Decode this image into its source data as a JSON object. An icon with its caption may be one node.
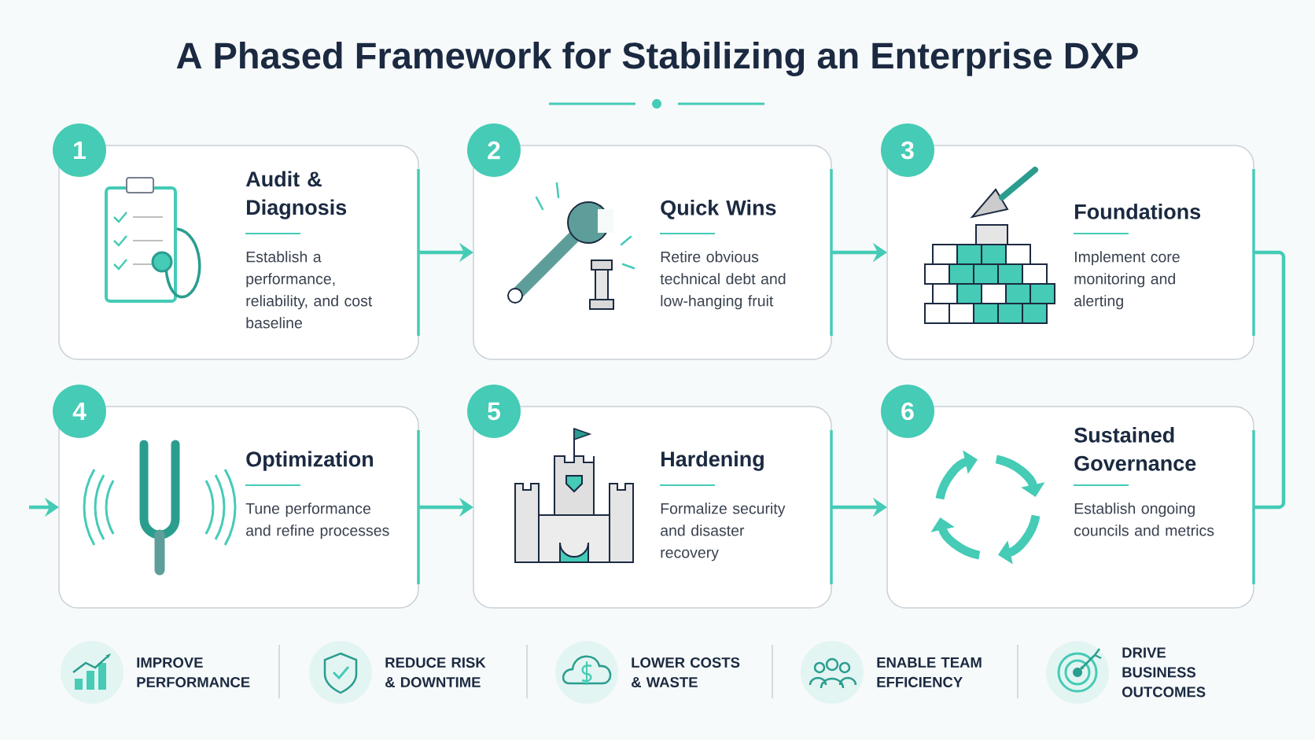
{
  "diagram": {
    "title": "A Phased Framework for Stabilizing an Enterprise DXP",
    "nodes": [
      {
        "text": [
          "1",
          "Audit & Diagnosis",
          "Establish a performance, reliability, and cost baseline"
        ]
      },
      {
        "text": [
          "2",
          "Quick Wins",
          "Retire obvious technical debt and low-hanging fruit"
        ]
      },
      {
        "text": [
          "3",
          "Foundations",
          "Implement core monitoring and alerting"
        ]
      },
      {
        "text": [
          "4",
          "Optimization",
          "Tune performance and refine processes"
        ]
      },
      {
        "text": [
          "5",
          "Hardening",
          "Formalize security and disaster recovery"
        ]
      },
      {
        "text": [
          "6",
          "Sustained Governance",
          "Establish ongoing councils and metrics"
        ]
      }
    ],
    "edges": [
      {
        "from": 0,
        "to": 1,
        "arrow": "to"
      },
      {
        "from": 1,
        "to": 2,
        "arrow": "to"
      },
      {
        "from": 2,
        "to": 5,
        "arrow": "none"
      },
      {
        "from": null,
        "to": 3,
        "arrow": "to"
      },
      {
        "from": 3,
        "to": 4,
        "arrow": "to"
      },
      {
        "from": 4,
        "to": 5,
        "arrow": "to"
      }
    ],
    "labels": [
      "IMPROVE PERFORMANCE",
      "REDUCE RISK & DOWNTIME",
      "LOWER COSTS & WASTE",
      "ENABLE TEAM EFFICIENCY",
      "DRIVE BUSINESS OUTCOMES"
    ]
  }
}
